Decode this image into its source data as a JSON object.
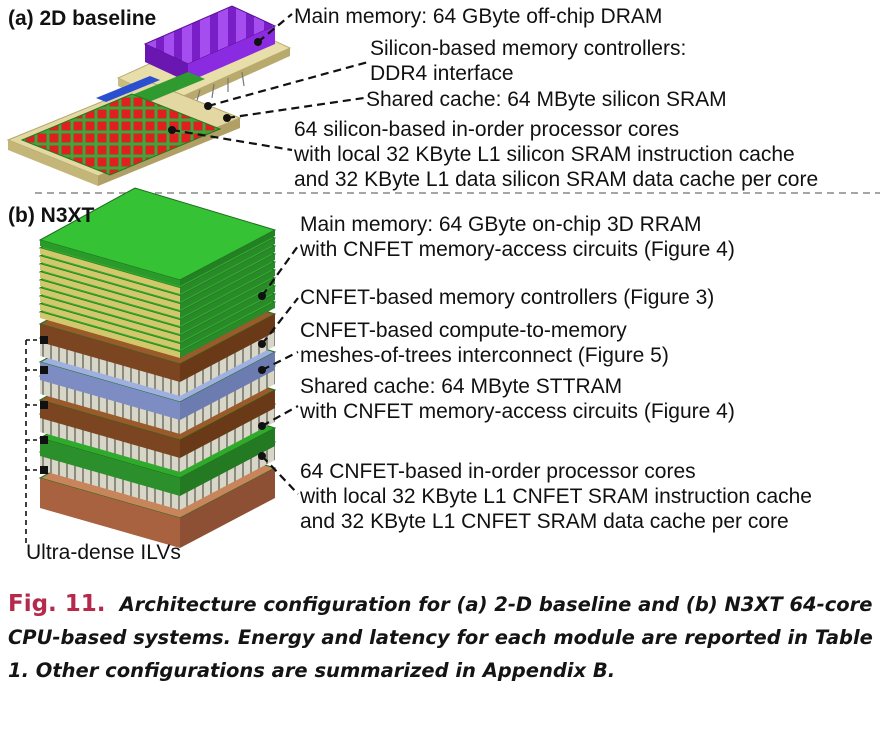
{
  "panel_a": {
    "title": "(a) 2D baseline",
    "labels": {
      "main_memory": "Main memory: 64 GByte off-chip DRAM",
      "mem_ctrl_1": "Silicon-based memory controllers:",
      "mem_ctrl_2": "DDR4 interface",
      "shared_cache": "Shared cache: 64 MByte silicon SRAM",
      "cores_1": "64 silicon-based in-order processor cores",
      "cores_2": "with local 32 KByte L1 silicon SRAM instruction cache",
      "cores_3": "and 32 KByte L1 data silicon SRAM data cache per core"
    }
  },
  "panel_b": {
    "title": "(b) N3XT",
    "labels": {
      "main_memory_1": "Main memory: 64 GByte on-chip 3D RRAM",
      "main_memory_2": "with CNFET memory-access circuits (Figure 4)",
      "mem_ctrl": "CNFET-based memory controllers (Figure 3)",
      "interconnect_1": "CNFET-based compute-to-memory",
      "interconnect_2": "meshes-of-trees interconnect (Figure 5)",
      "shared_cache_1": "Shared cache: 64 MByte STTRAM",
      "shared_cache_2": "with CNFET memory-access circuits (Figure 4)",
      "cores_1": "64 CNFET-based in-order processor cores",
      "cores_2": "with local 32 KByte L1 CNFET SRAM instruction cache",
      "cores_3": "and 32 KByte L1 CNFET SRAM data  cache per core",
      "ilv": "Ultra-dense ILVs"
    }
  },
  "caption": {
    "number": "Fig. 11.",
    "text": "Architecture configuration for (a) 2-D baseline and (b) N3XT 64-core CPU-based systems. Energy and latency for each module are reported in Table 1. Other configurations are summarized in Appendix B."
  },
  "colors": {
    "dram": "#8a2be2",
    "cores_red": "#e02020",
    "pcb": "#d9cf92",
    "rram_green": "#2faa2a",
    "sttram_blue": "#3a76c8",
    "substrate": "#c8845a",
    "caption_number": "#b52a4a"
  }
}
